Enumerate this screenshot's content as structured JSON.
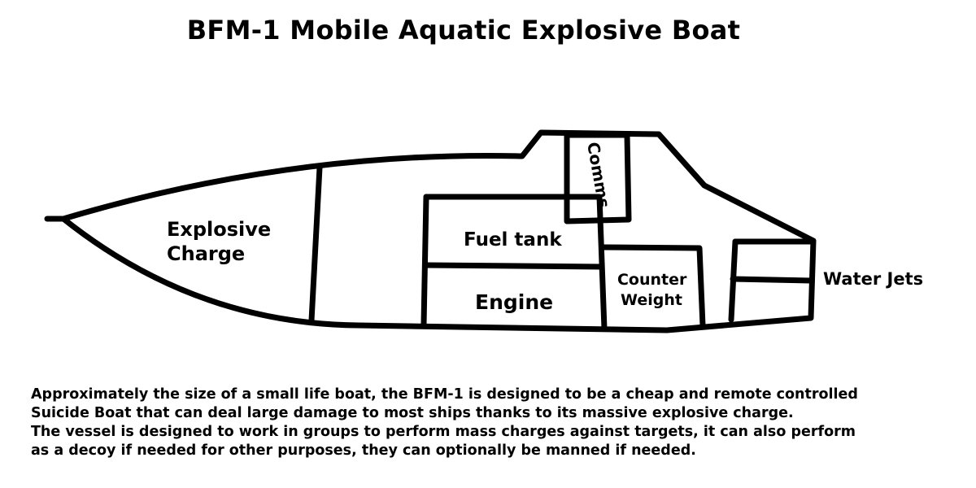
{
  "title": "BFM-1 Mobile Aquatic Explosive Boat",
  "colors": {
    "ink": "#000000",
    "background": "#ffffff"
  },
  "compartments": {
    "explosive_charge": [
      "Explosive",
      "Charge"
    ],
    "fuel_tank": "Fuel tank",
    "engine": "Engine",
    "comms": "Comms",
    "counter_weight": [
      "Counter",
      "Weight"
    ],
    "water_jets": "Water Jets"
  },
  "description": [
    "Approximately the size of a small life boat, the BFM-1 is designed to be a cheap and remote controlled",
    "Suicide Boat that can deal large damage to most ships thanks to its massive explosive charge.",
    "The vessel is designed to work in groups to perform mass charges against targets, it can also perform",
    "as a decoy if needed for other purposes, they can optionally be manned if needed."
  ]
}
